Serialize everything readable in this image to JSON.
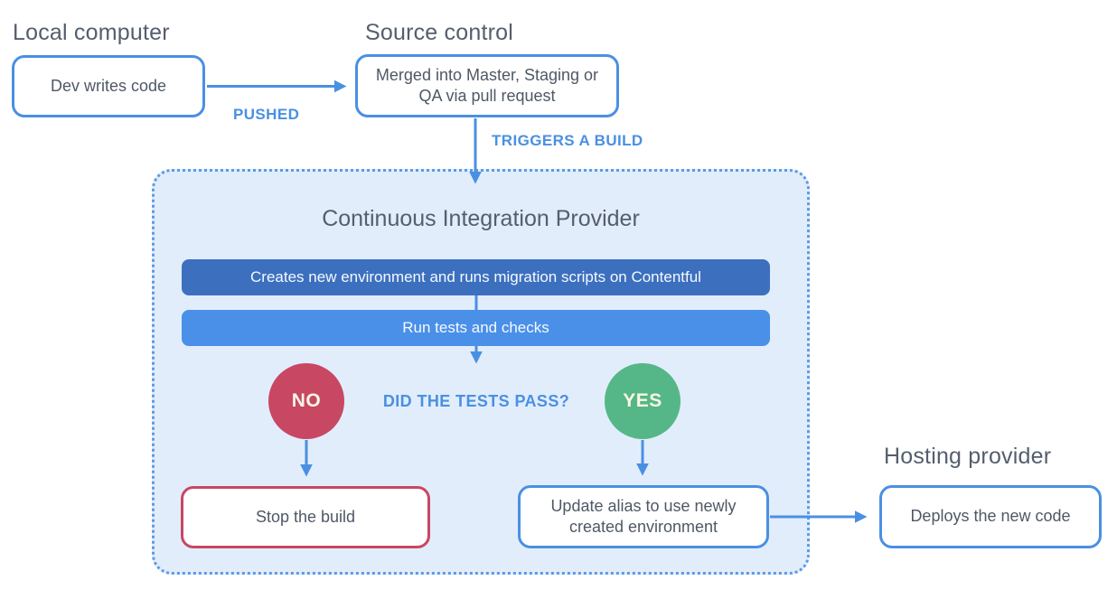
{
  "sections": {
    "local_computer": {
      "title": "Local computer",
      "node": "Dev writes code"
    },
    "source_control": {
      "title": "Source control",
      "node": "Merged into Master, Staging or QA via pull request"
    },
    "ci_provider": {
      "title": "Continuous Integration Provider",
      "steps": [
        "Creates new environment and runs migration scripts on Contentful",
        "Run tests and checks"
      ],
      "question": "DID THE TESTS PASS?",
      "no_label": "NO",
      "yes_label": "YES",
      "fail_node": "Stop the build",
      "pass_node": "Update alias to use newly created environment"
    },
    "hosting_provider": {
      "title": "Hosting provider",
      "node": "Deploys the new code"
    }
  },
  "edges": {
    "pushed": "PUSHED",
    "triggers_build": "TRIGGERS A BUILD"
  },
  "colors": {
    "accent_blue": "#4a90e2",
    "step_dark_blue": "#3c70bf",
    "step_blue": "#4a90e8",
    "panel_background": "#e2edfc",
    "panel_dotted_border": "#5b9be6",
    "fail_red": "#c84763",
    "pass_green": "#55b787",
    "heading_text": "#545e6d",
    "node_text": "#4f5866"
  }
}
